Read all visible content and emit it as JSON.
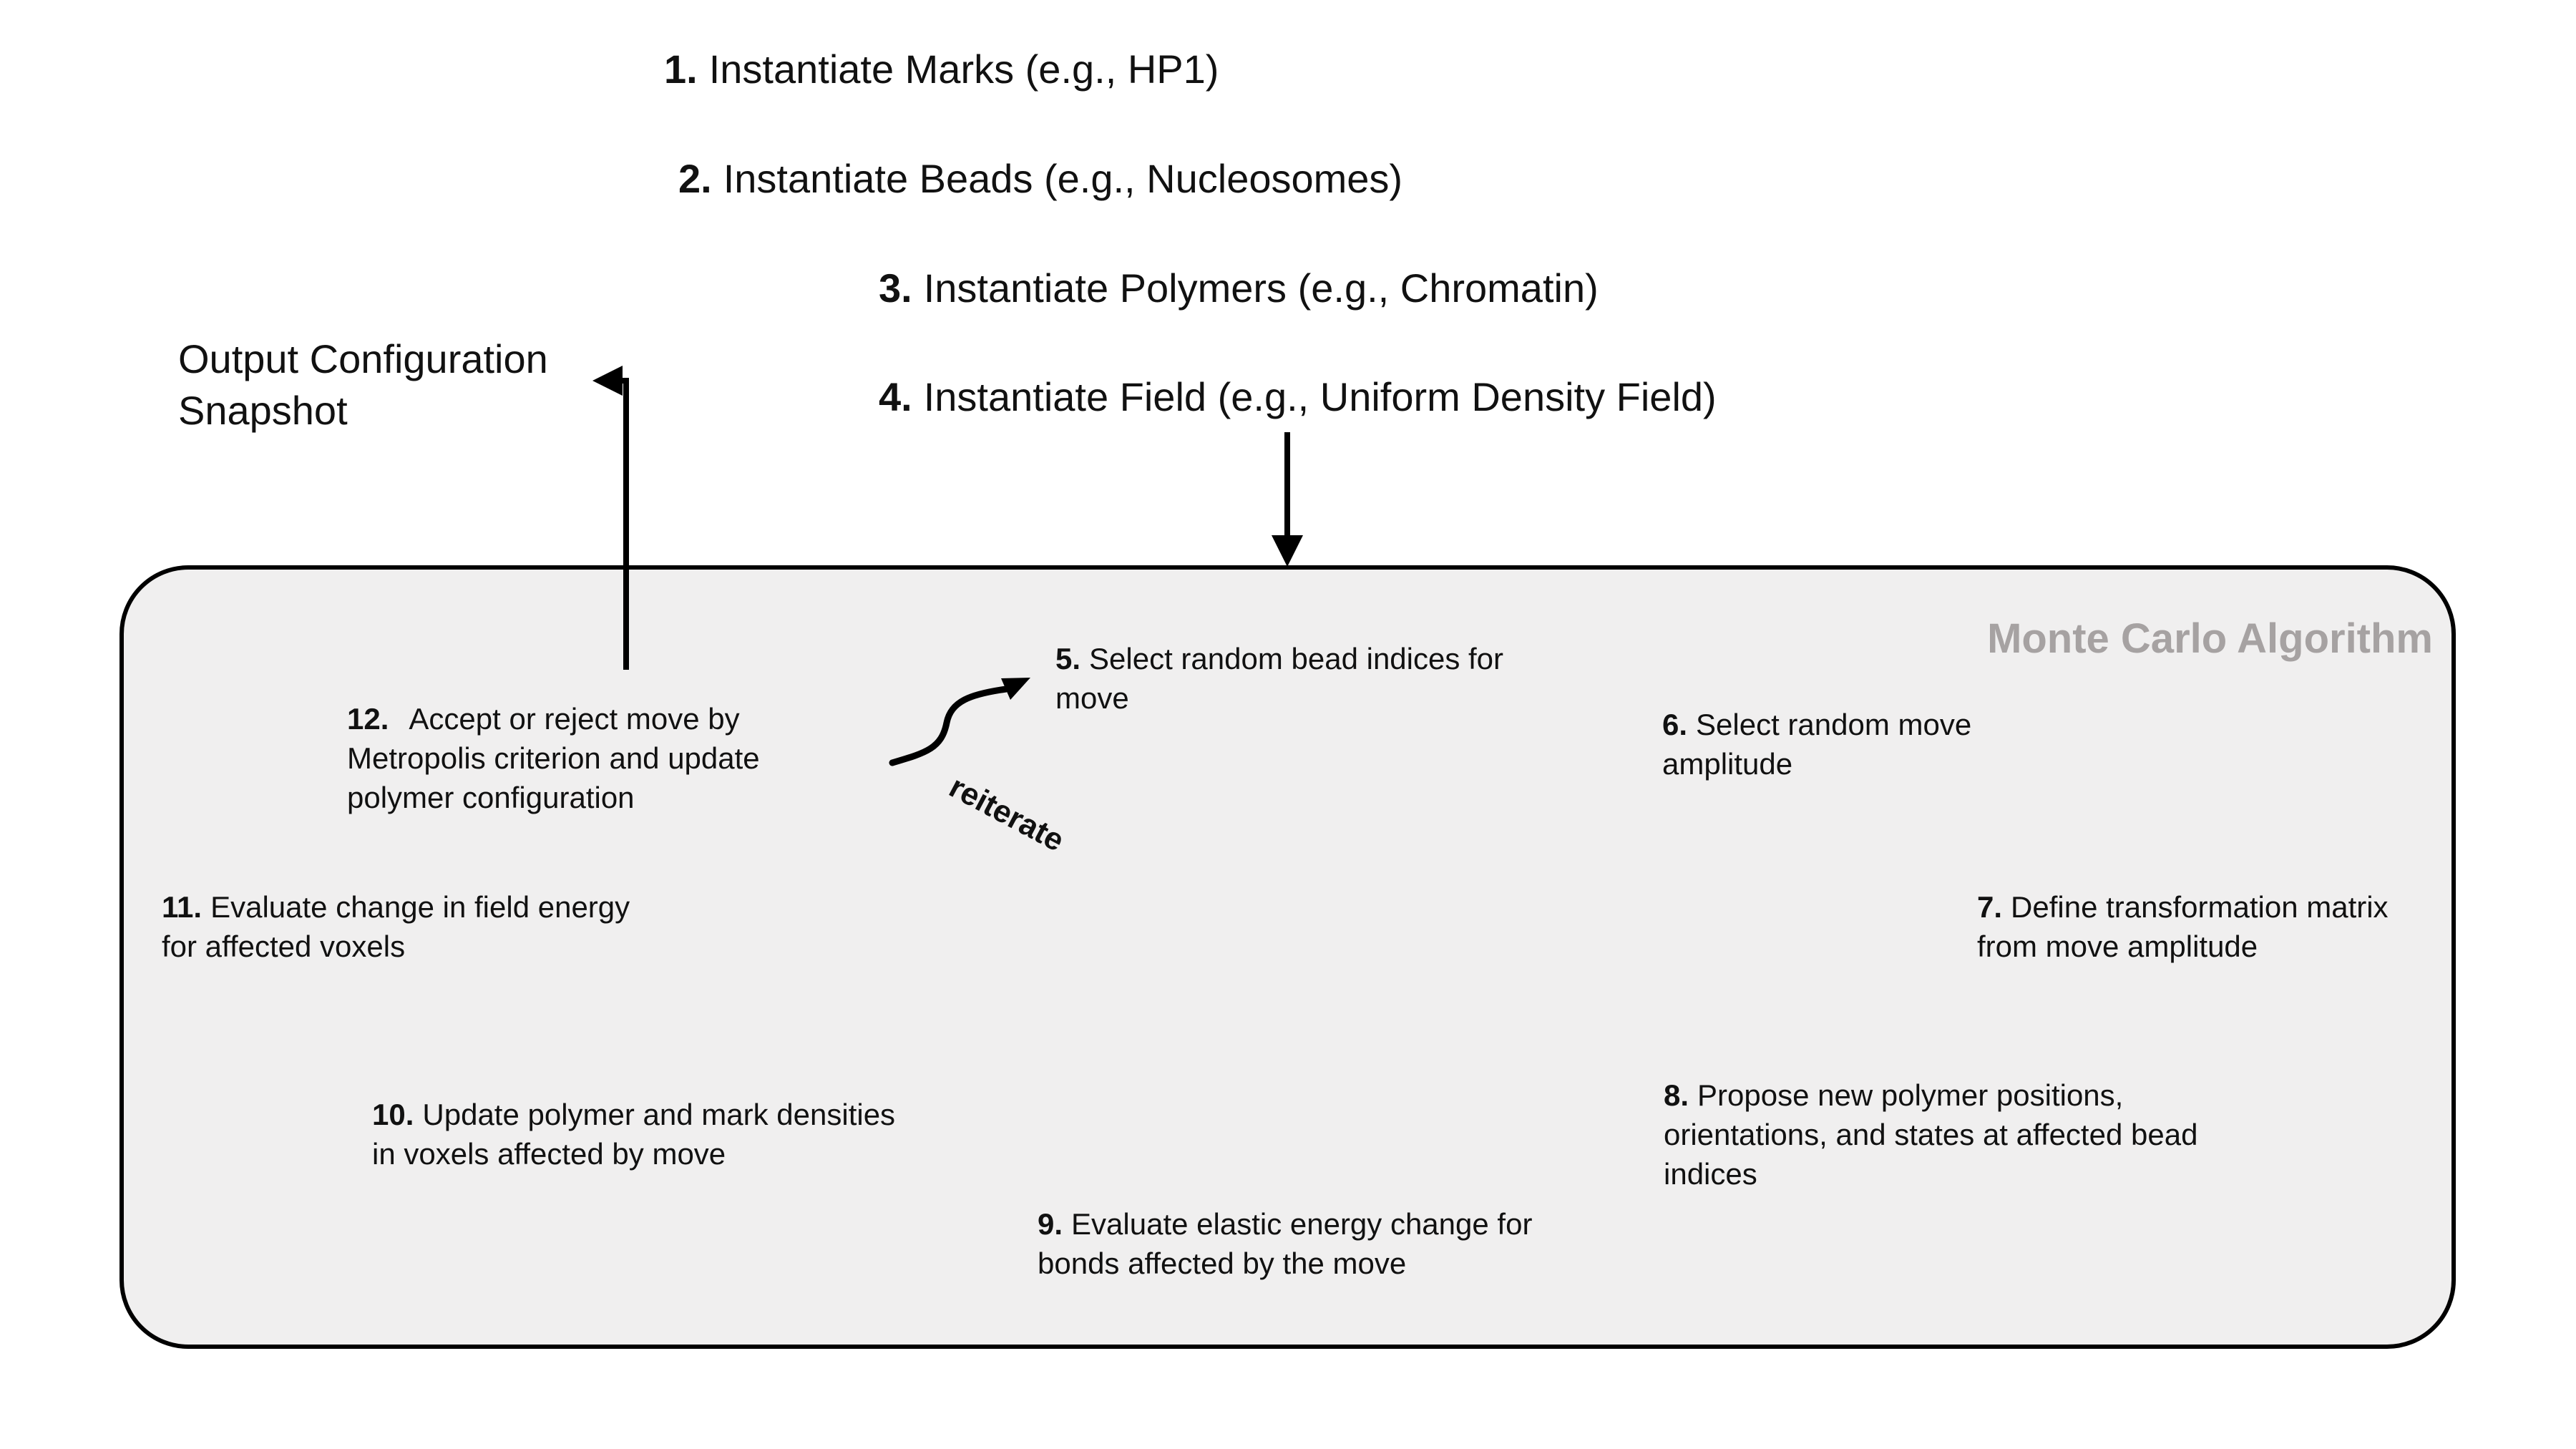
{
  "diagram": {
    "setup_steps": [
      {
        "num": "1.",
        "text": "Instantiate Marks (e.g., HP1)"
      },
      {
        "num": "2.",
        "text": "Instantiate Beads (e.g., Nucleosomes)"
      },
      {
        "num": "3.",
        "text": "Instantiate Polymers (e.g., Chromatin)"
      },
      {
        "num": "4.",
        "text": "Instantiate Field (e.g., Uniform Density Field)"
      }
    ],
    "output_label_line1": "Output Configuration",
    "output_label_line2": "Snapshot",
    "mc_box_title": "Monte Carlo Algorithm",
    "reiterate_label": "reiterate",
    "mc_steps": [
      {
        "num": "5.",
        "lines": [
          "Select random bead indices for",
          "move"
        ]
      },
      {
        "num": "6.",
        "lines": [
          "Select random move",
          "amplitude"
        ]
      },
      {
        "num": "7.",
        "lines": [
          "Define transformation matrix",
          "from move amplitude"
        ]
      },
      {
        "num": "8.",
        "lines": [
          "Propose new polymer positions,",
          "orientations, and states at affected bead",
          "indices"
        ]
      },
      {
        "num": "9.",
        "lines": [
          "Evaluate elastic energy change for",
          "bonds affected by the move"
        ]
      },
      {
        "num": "10.",
        "lines": [
          "Update polymer and mark densities",
          "in voxels affected by move"
        ]
      },
      {
        "num": "11.",
        "lines": [
          "Evaluate change in field energy",
          "for affected voxels"
        ]
      },
      {
        "num": "12.",
        "lines": [
          "Accept or reject move by",
          "Metropolis criterion and update",
          "polymer configuration"
        ]
      }
    ],
    "colors": {
      "box_fill": "#f0efef",
      "box_border": "#000000",
      "title_gray": "#a6a2a2",
      "text": "#111111"
    }
  }
}
